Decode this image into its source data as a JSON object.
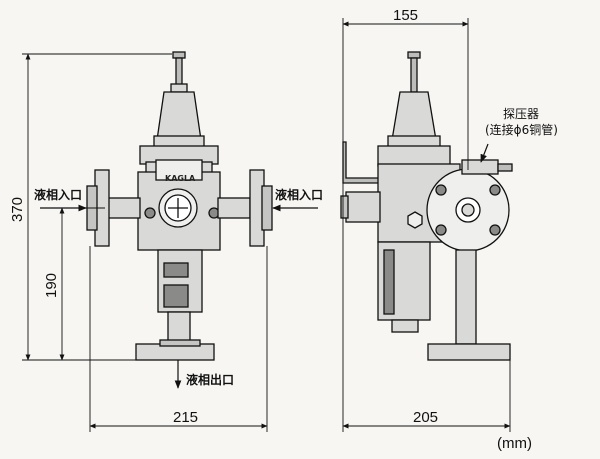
{
  "dimensions": {
    "front_height": "370",
    "front_height_partial": "190",
    "front_width": "215",
    "side_top_width": "155",
    "side_width": "205"
  },
  "labels": {
    "inlet_left": "液相入口",
    "inlet_right": "液相入口",
    "outlet": "液相出口",
    "probe_title": "探压器",
    "probe_detail": "(连接ϕ6铜管)",
    "unit": "(mm)",
    "brand": "KAGLA"
  },
  "colors": {
    "line": "#111111",
    "body_fill": "#d9d9d7",
    "dark_fill": "#8a8a88",
    "background": "#f7f6f3"
  }
}
